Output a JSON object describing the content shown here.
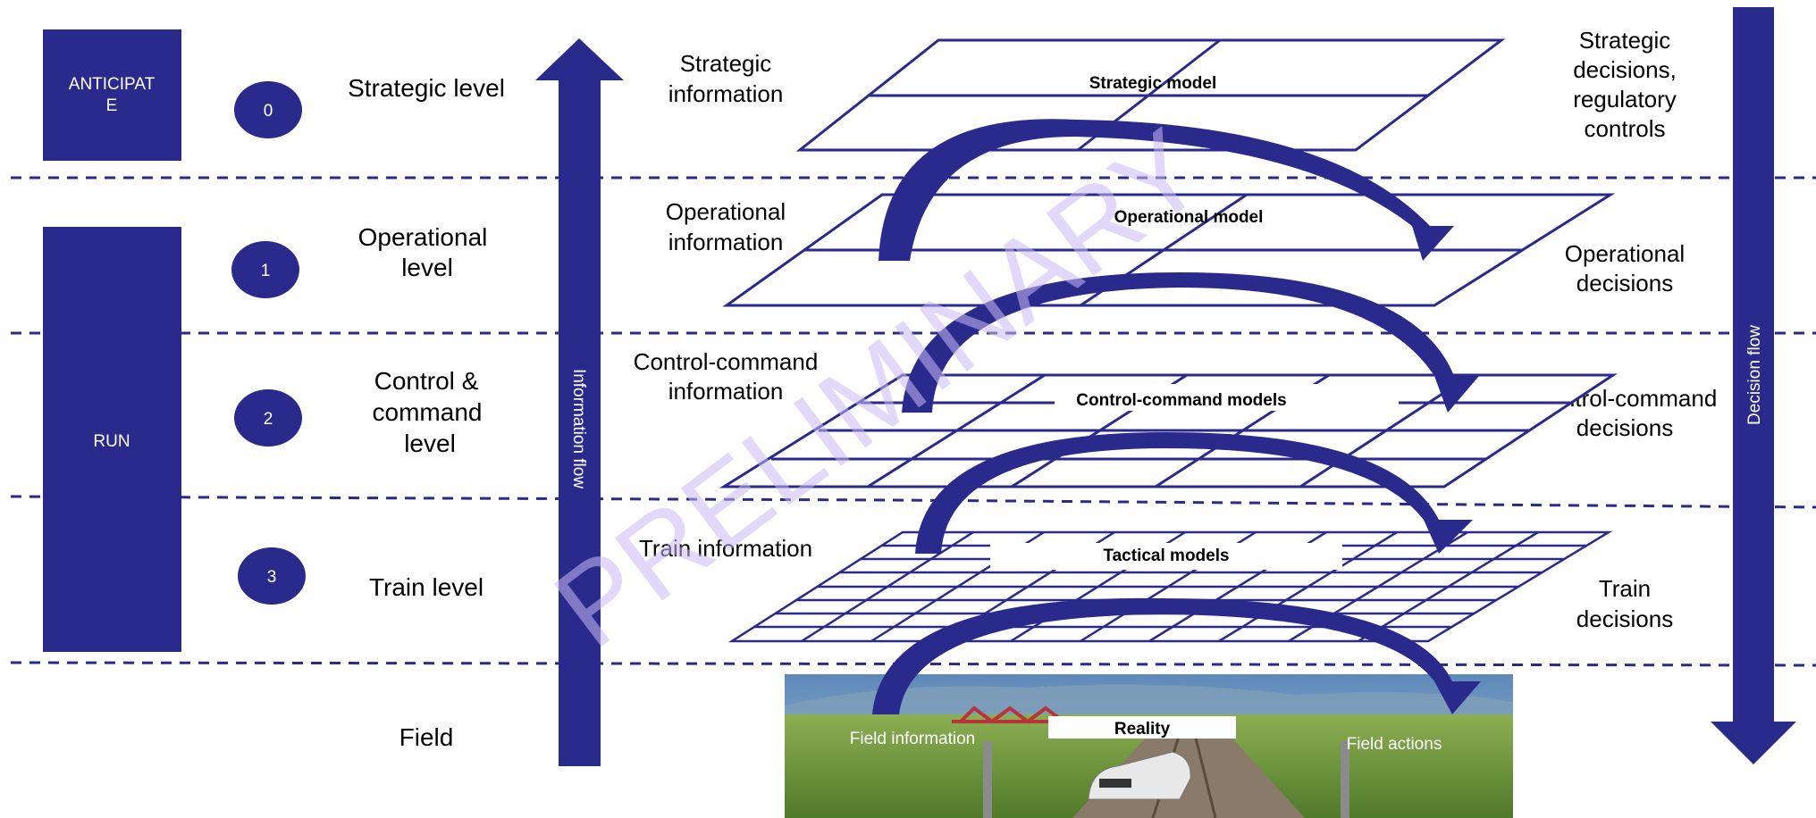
{
  "left_boxes": {
    "anticipate_label": [
      "ANTICIPAT",
      "E"
    ],
    "run_label": "RUN"
  },
  "levels": [
    {
      "number": "0",
      "label": [
        "Strategic level"
      ]
    },
    {
      "number": "1",
      "label": [
        "Operational",
        "level"
      ]
    },
    {
      "number": "2",
      "label": [
        "Control &",
        "command",
        "level"
      ]
    },
    {
      "number": "3",
      "label": [
        "Train level"
      ]
    },
    {
      "number": "",
      "label": [
        "Field"
      ]
    }
  ],
  "flows": {
    "information_flow": "Information flow",
    "decision_flow": "Decision flow"
  },
  "information_labels": [
    [
      "Strategic",
      "information"
    ],
    [
      "Operational",
      "information"
    ],
    [
      "Control-command",
      "information"
    ],
    [
      "Train information"
    ]
  ],
  "models": [
    "Strategic model",
    "Operational model",
    "Control-command models",
    "Tactical models"
  ],
  "decision_labels": [
    [
      "Strategic",
      "decisions,",
      "regulatory",
      "controls"
    ],
    [
      "Operational",
      "decisions"
    ],
    [
      "Control-command",
      "decisions"
    ],
    [
      "Train",
      "decisions"
    ]
  ],
  "field": {
    "reality": "Reality",
    "field_information": "Field information",
    "field_actions": "Field actions"
  },
  "watermark": "PRELIMINARY",
  "colors": {
    "navy": "#2a2a8c",
    "watermark": "#c9b8f5",
    "sky": "#6f9ac4",
    "field_green": "#6f9a3c"
  }
}
